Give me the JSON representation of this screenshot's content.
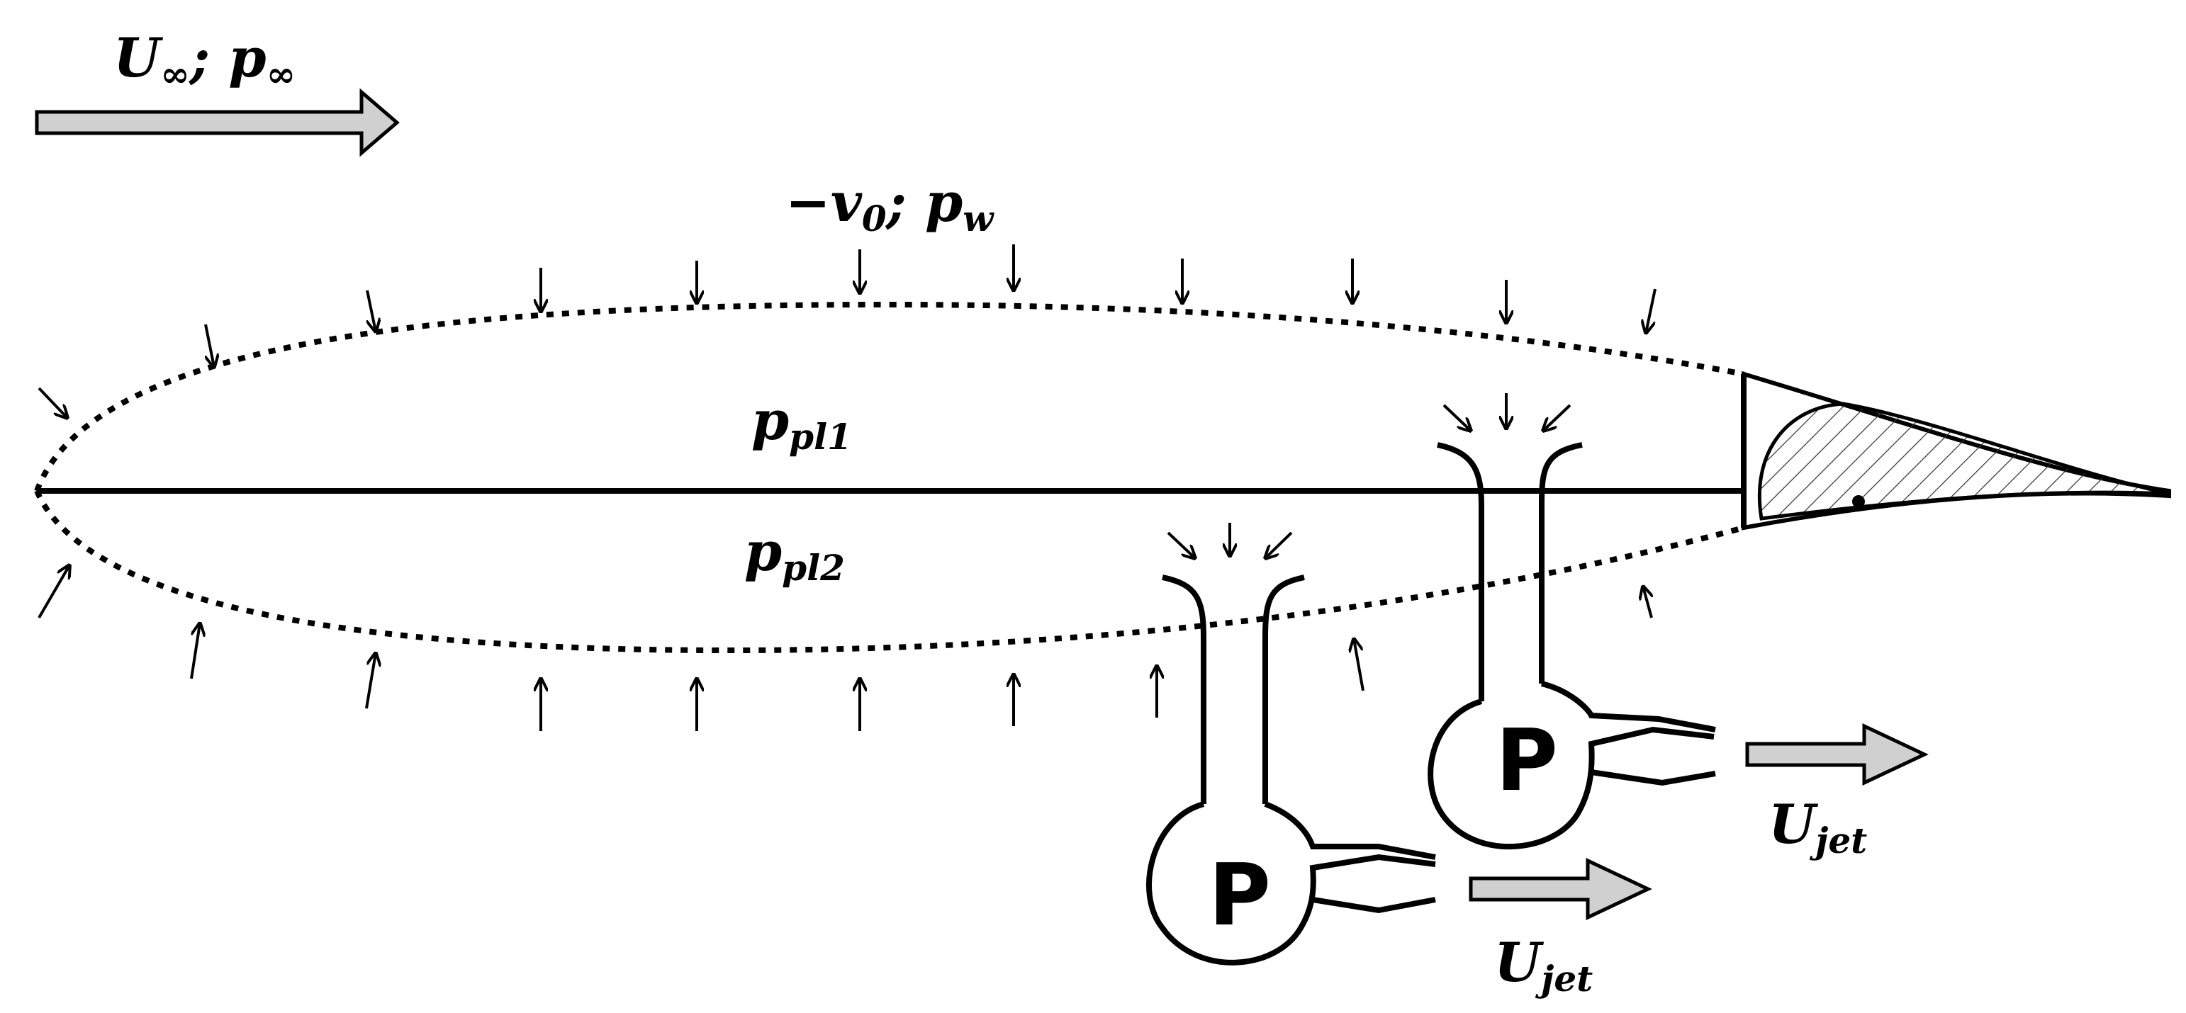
{
  "freestream": {
    "velocity": "U",
    "velocity_sub": "∞",
    "sep": "; ",
    "pressure": "p",
    "pressure_sub": "∞"
  },
  "wall": {
    "prefix": "−",
    "velocity": "v",
    "velocity_sub": "0",
    "sep": ";  ",
    "pressure": "p",
    "pressure_sub": "w"
  },
  "plenum1": {
    "symbol": "p",
    "sub": "pl1"
  },
  "plenum2": {
    "symbol": "p",
    "sub": "pl2"
  },
  "pumps": [
    {
      "label": "P",
      "jet_symbol": "U",
      "jet_sub": "jet"
    },
    {
      "label": "P",
      "jet_symbol": "U",
      "jet_sub": "jet"
    }
  ],
  "colors": {
    "arrow_fill": "#d0d0d0",
    "stroke": "#000000",
    "background": "#ffffff"
  }
}
